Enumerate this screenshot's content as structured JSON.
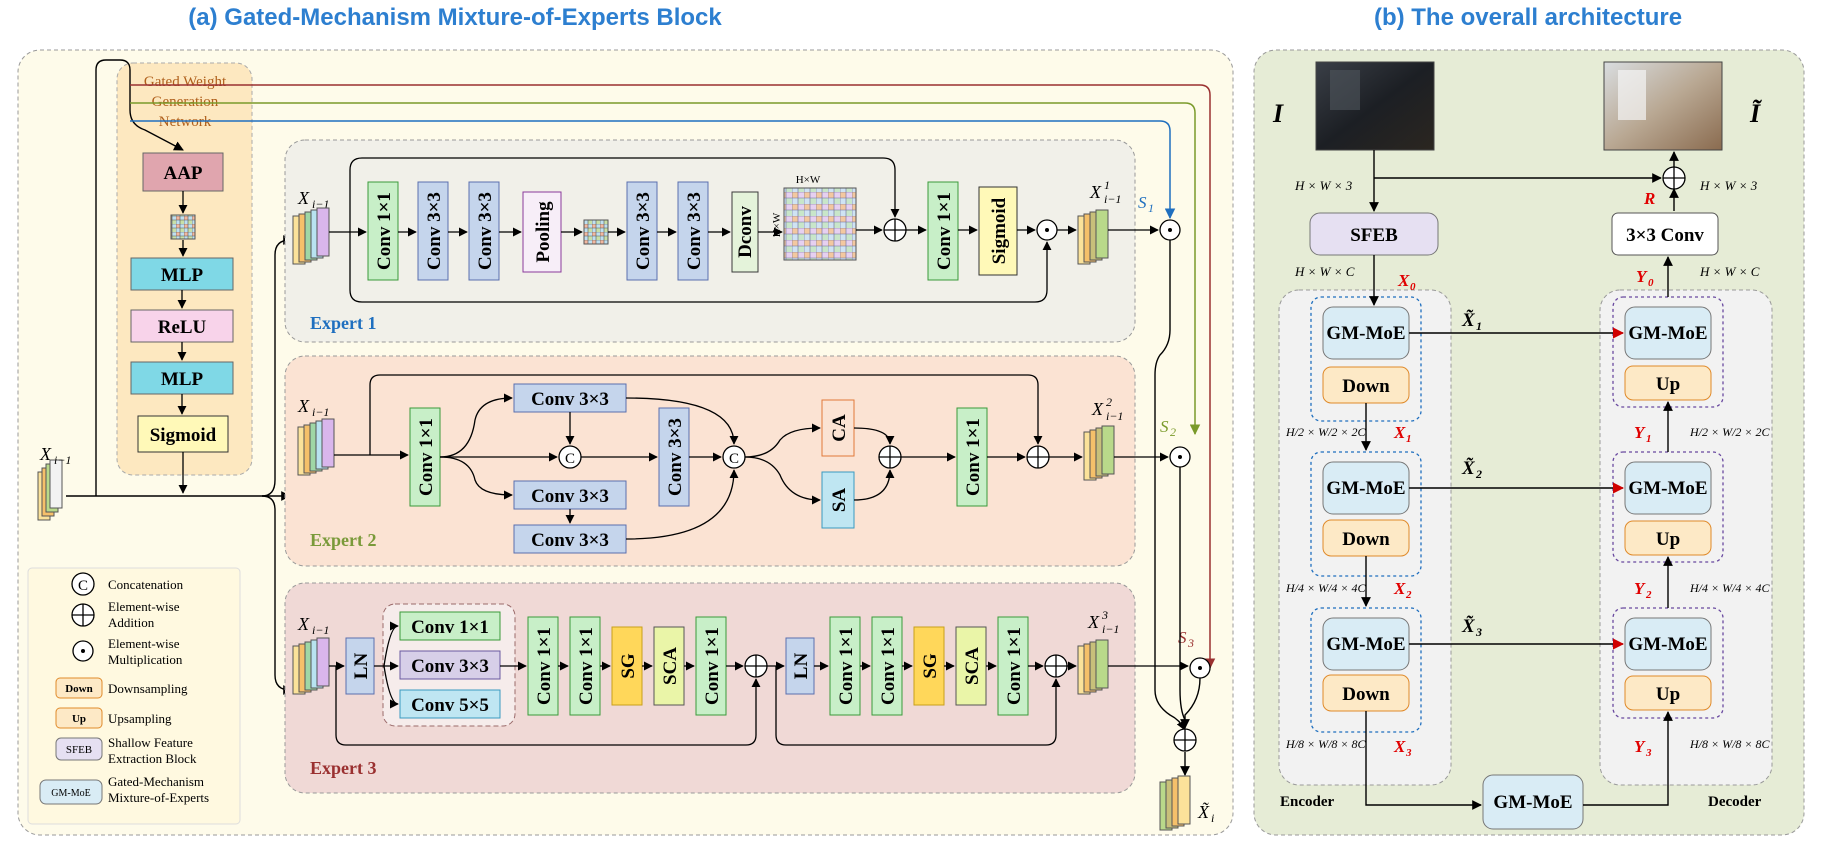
{
  "titles": {
    "left": "(a) Gated-Mechanism Mixture-of-Experts Block",
    "right": "(b) The overall architecture"
  },
  "gate": {
    "label1": "Gated Weight",
    "label2": "Generation",
    "label3": "Network",
    "aap": "AAP",
    "mlp1": "MLP",
    "relu": "ReLU",
    "mlp2": "MLP",
    "sigmoid": "Sigmoid"
  },
  "input_label": "X",
  "input_sub": "i−1",
  "expert1": {
    "name": "Expert 1",
    "conv1": "Conv 1×1",
    "conv2": "Conv 3×3",
    "conv3": "Conv 3×3",
    "pool": "Pooling",
    "conv4": "Conv 3×3",
    "conv5": "Conv 3×3",
    "dconv": "Dconv",
    "hw_top": "H×W",
    "hw_side": "H×W",
    "conv6": "Conv 1×1",
    "sig": "Sigmoid",
    "out_sup": "1",
    "s": "S",
    "s_sub": "1"
  },
  "expert2": {
    "name": "Expert 2",
    "conv1": "Conv 1×1",
    "conv_top": "Conv 3×3",
    "conv_mid": "Conv 3×3",
    "conv_b1": "Conv 3×3",
    "conv_b2": "Conv 3×3",
    "ca": "CA",
    "sa": "SA",
    "conv_out": "Conv 1×1",
    "out_sup": "2",
    "s": "S",
    "s_sub": "2"
  },
  "expert3": {
    "name": "Expert 3",
    "ln": "LN",
    "b1": "Conv 1×1",
    "b2": "Conv 3×3",
    "b3": "Conv 5×5",
    "c1": "Conv 1×1",
    "c2": "Conv 1×1",
    "sg": "SG",
    "sca": "SCA",
    "c3": "Conv 1×1",
    "ln2": "LN",
    "c4": "Conv 1×1",
    "c5": "Conv 1×1",
    "sg2": "SG",
    "sca2": "SCA",
    "c6": "Conv 1×1",
    "out_sup": "3",
    "s": "S",
    "s_sub": "3"
  },
  "output_label": "X̃",
  "output_sub": "i",
  "legend": {
    "concat_sym": "C",
    "concat": "Concatenation",
    "add1": "Element-wise",
    "add2": "Addition",
    "mul1": "Element-wise",
    "mul2": "Multiplication",
    "down_tag": "Down",
    "down": "Downsampling",
    "up_tag": "Up",
    "up": "Upsampling",
    "sfeb_tag": "SFEB",
    "sfeb1": "Shallow Feature",
    "sfeb2": "Extraction Block",
    "gm_tag": "GM-MoE",
    "gm1": "Gated-Mechanism",
    "gm2": "Mixture-of-Experts"
  },
  "arch": {
    "in_label": "I",
    "out_label": "Ĩ",
    "hw3_left": "H × W × 3",
    "hw3_right": "H × W × 3",
    "sfeb": "SFEB",
    "hwc_left": "H × W × C",
    "hwc_right": "H × W × C",
    "x0": "X",
    "x0_sub": "0",
    "gm": "GM-MoE",
    "down": "Down",
    "up": "Up",
    "conv": "3×3 Conv",
    "r": "R",
    "y0": "Y",
    "y0_sub": "0",
    "xt1": "X̃",
    "xt1_sub": "1",
    "xt2": "X̃",
    "xt2_sub": "2",
    "xt3": "X̃",
    "xt3_sub": "3",
    "x1": "X",
    "x1_sub": "1",
    "x2": "X",
    "x2_sub": "2",
    "x3": "X",
    "x3_sub": "3",
    "y1": "Y",
    "y1_sub": "1",
    "y2": "Y",
    "y2_sub": "2",
    "y3": "Y",
    "y3_sub": "3",
    "dim1": "H/2 × W/2 × 2C",
    "dim2": "H/4 × W/4 × 4C",
    "dim3": "H/8 × W/8 × 8C",
    "encoder": "Encoder",
    "decoder": "Decoder"
  }
}
